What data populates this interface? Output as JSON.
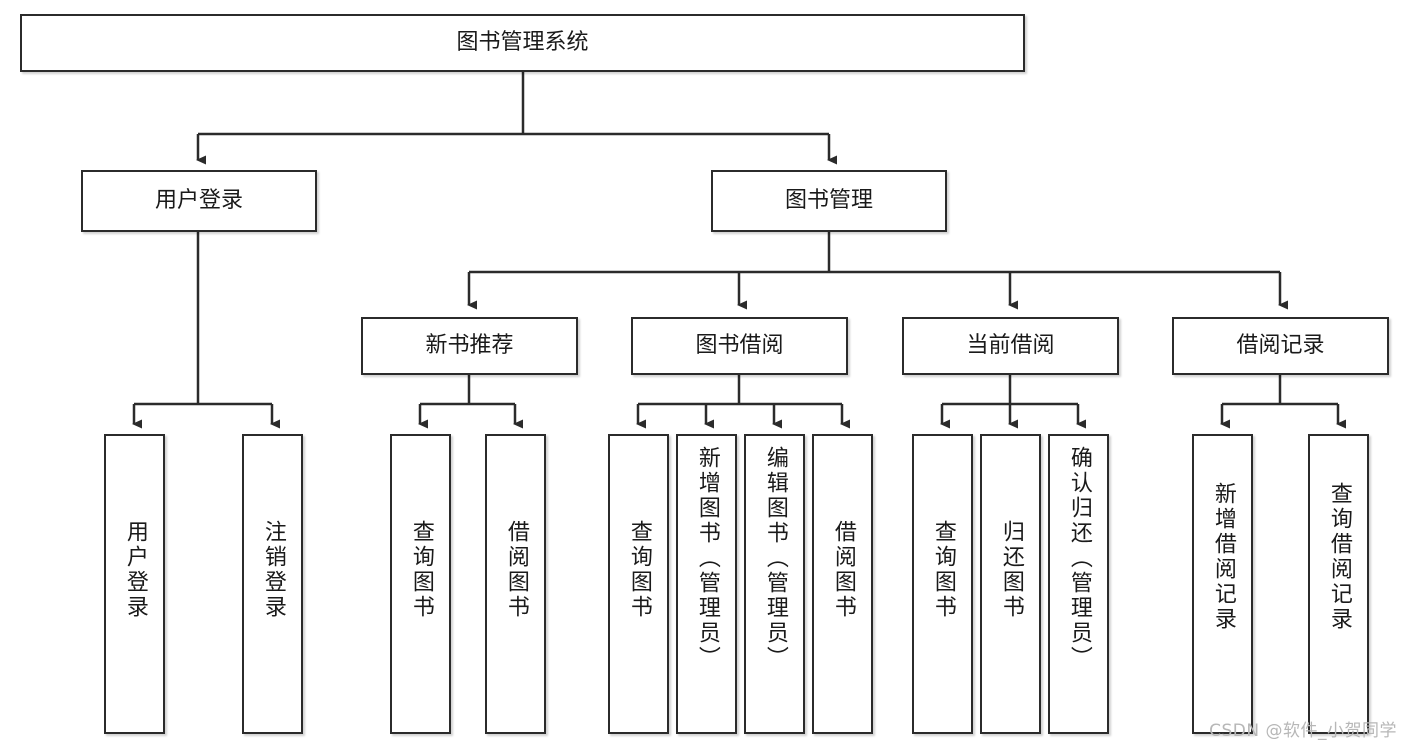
{
  "diagram": {
    "title": "图书管理系统",
    "type": "hierarchy-tree",
    "watermark": "CSDN @软件_小贺同学",
    "colors": {
      "box_border": "#2b2b2b",
      "box_fill": "#ffffff",
      "edge": "#2b2b2b",
      "text": "#1a1a1a",
      "watermark": "#b7b7b7"
    },
    "root": {
      "label": "图书管理系统"
    },
    "level2": [
      {
        "label": "用户登录"
      },
      {
        "label": "图书管理"
      }
    ],
    "level3": [
      {
        "label": "新书推荐"
      },
      {
        "label": "图书借阅"
      },
      {
        "label": "当前借阅"
      },
      {
        "label": "借阅记录"
      }
    ],
    "leaves_user_login": [
      {
        "label": "用户登录"
      },
      {
        "label": "注销登录"
      }
    ],
    "leaves_new_books": [
      {
        "label": "查询图书"
      },
      {
        "label": "借阅图书"
      }
    ],
    "leaves_borrow": [
      {
        "label": "查询图书"
      },
      {
        "label": "新增图书（管理员）"
      },
      {
        "label": "编辑图书（管理员）"
      },
      {
        "label": "借阅图书"
      }
    ],
    "leaves_current": [
      {
        "label": "查询图书"
      },
      {
        "label": "归还图书"
      },
      {
        "label": "确认归还（管理员）"
      }
    ],
    "leaves_records": [
      {
        "label": "新增借阅记录"
      },
      {
        "label": "查询借阅记录"
      }
    ]
  }
}
